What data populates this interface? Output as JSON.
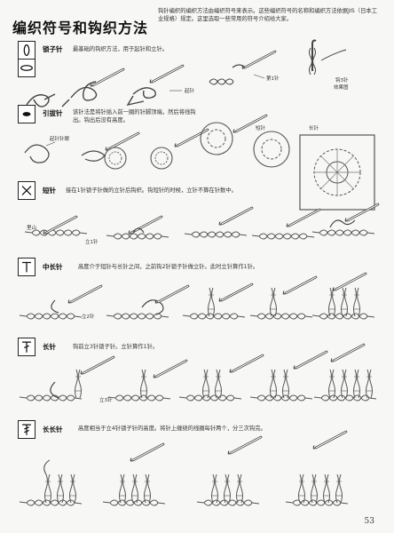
{
  "page": {
    "title": "编织符号和钩织方法",
    "intro": "钩针编织的编织方法由编织符号来表示。这些编织符号的名称和编织方法依据JIS（日本工业规格）规定。这里选取一些常用的符号介绍给大家。",
    "page_number": "53"
  },
  "sections": [
    {
      "symbol_icon": "oval-icon",
      "name": "锁子针",
      "desc": "最基础的钩织方法，用于起针和立针。",
      "labels": [
        "起针",
        "第1针",
        "钩3针",
        "效果图"
      ]
    },
    {
      "symbol_icon": "filled-dot-icon",
      "name": "引拔针",
      "desc": "该针法是将针插入前一圈的针脚顶端，然后将线钩出。钩出后没有高度。",
      "labels": [
        "起针针眼",
        "短针",
        "长针"
      ]
    },
    {
      "symbol_icon": "x-icon",
      "name": "短针",
      "desc": "接在1针锁子针做的立针后钩织。钩短针的时候，立针不算在针数中。",
      "labels": [
        "里山",
        "立1针"
      ]
    },
    {
      "symbol_icon": "t-icon",
      "name": "中长针",
      "desc": "高度介于短针与长针之间，之前钩2针锁子针做立针。此时立针算作1针。",
      "labels": [
        "立2针"
      ]
    },
    {
      "symbol_icon": "t-slash-icon",
      "name": "长针",
      "desc": "钩前立3针锁子针。立针算作1针。",
      "labels": [
        "立3针"
      ]
    },
    {
      "symbol_icon": "t-double-slash-icon",
      "name": "长长针",
      "desc": "高度相当于立4针锁子针的高度。将针上缠绕的线圈每针两个，分三次钩完。",
      "labels": []
    }
  ]
}
